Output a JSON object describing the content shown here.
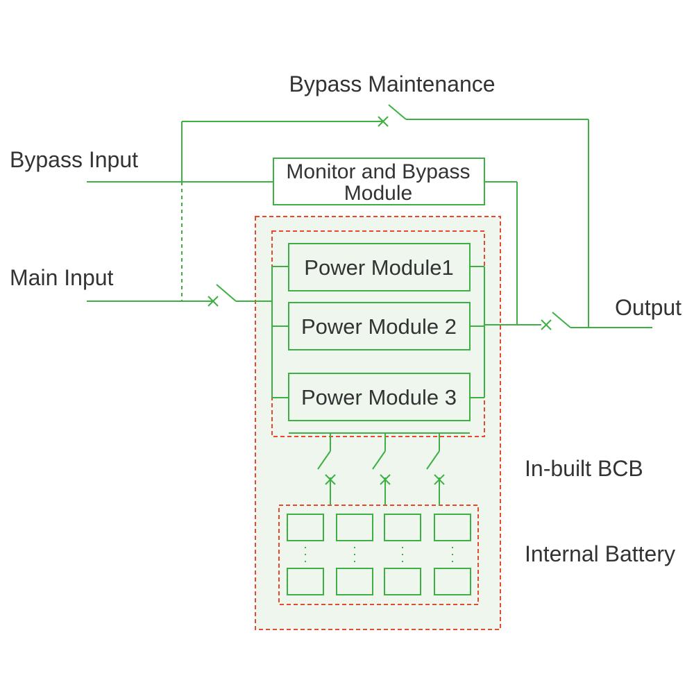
{
  "labels": {
    "bypass_maintenance": "Bypass Maintenance",
    "bypass_input": "Bypass Input",
    "main_input": "Main Input",
    "output": "Output",
    "monitor_line1": "Monitor and Bypass",
    "monitor_line2": "Module",
    "power_module_1": "Power Module1",
    "power_module_2": "Power Module 2",
    "power_module_3": "Power Module 3",
    "inbuilt_bcb": "In-built BCB",
    "internal_battery": "Internal Battery"
  },
  "colors": {
    "wire": "#3cb043",
    "dashed_boundary": "#e8482c",
    "cabinet_fill": "#eef6ee",
    "text": "#333333"
  }
}
